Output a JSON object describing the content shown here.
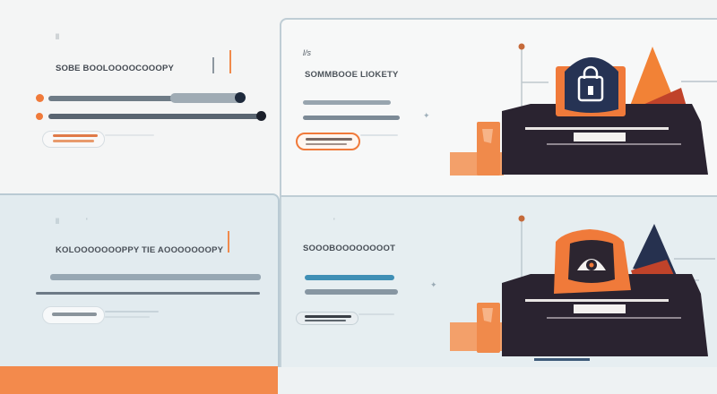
{
  "cards": [
    {
      "heading": "SOBE BOOLOOOOCOOOPY",
      "marks": "|||",
      "sub": "ll",
      "button_label": ""
    },
    {
      "heading": "SOMMBOOE LIOKETY",
      "marks": "",
      "sub": "l/s",
      "button_label": ""
    },
    {
      "heading": "KOLOOOOOOOPPY TIE AOOOOOOOPY",
      "marks": "",
      "sub": "ll",
      "button_label": ""
    },
    {
      "heading": "SOOOBOOOOOOOOT",
      "marks": "",
      "sub": "",
      "button_label": ""
    }
  ],
  "colors": {
    "accent": "#f07a3a",
    "dark": "#2a2330",
    "navy": "#2b3956",
    "steel": "#7f8e9a",
    "blue_bar": "#3f8fb5"
  },
  "icons": [
    "lock-icon",
    "camera-lock-icon",
    "server-icon"
  ]
}
